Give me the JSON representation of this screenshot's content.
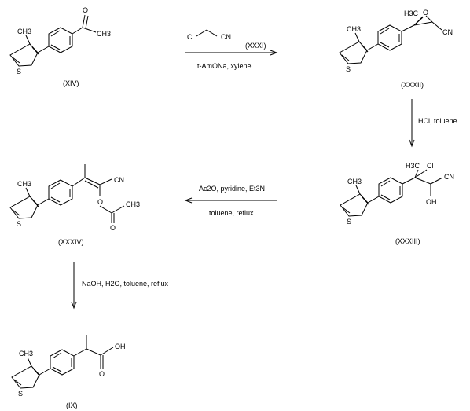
{
  "compounds": {
    "xiv": {
      "label": "(XIV)",
      "me": "CH3",
      "s": "S",
      "o": "O",
      "ch3": "CH3"
    },
    "xxxii": {
      "label": "(XXXII)",
      "me": "CH3",
      "s": "S",
      "h3c": "H3C",
      "o": "O",
      "cn": "CN"
    },
    "xxxiii": {
      "label": "(XXXIII)",
      "me": "CH3",
      "s": "S",
      "h3c": "H3C",
      "cl": "Cl",
      "cn": "CN",
      "oh": "OH"
    },
    "xxxiv": {
      "label": "(XXXIV)",
      "me": "CH3",
      "s": "S",
      "cn": "CN",
      "o": "O",
      "o2": "O",
      "ch3": "CH3"
    },
    "ix": {
      "label": "(IX)",
      "me": "CH3",
      "s": "S",
      "oh": "OH",
      "o": "O"
    }
  },
  "reagents": {
    "chloroacetonitrile": {
      "cl": "Cl",
      "cn": "CN"
    },
    "step1": {
      "label": "(XXXI)",
      "below": "t-AmONa, xylene"
    },
    "step2": {
      "label": "HCl, toluene"
    },
    "step3": {
      "above": "Ac2O, pyridine, Et3N",
      "below": "toluene, reflux"
    },
    "step4": {
      "label": "NaOH, H2O, toluene, reflux"
    }
  }
}
